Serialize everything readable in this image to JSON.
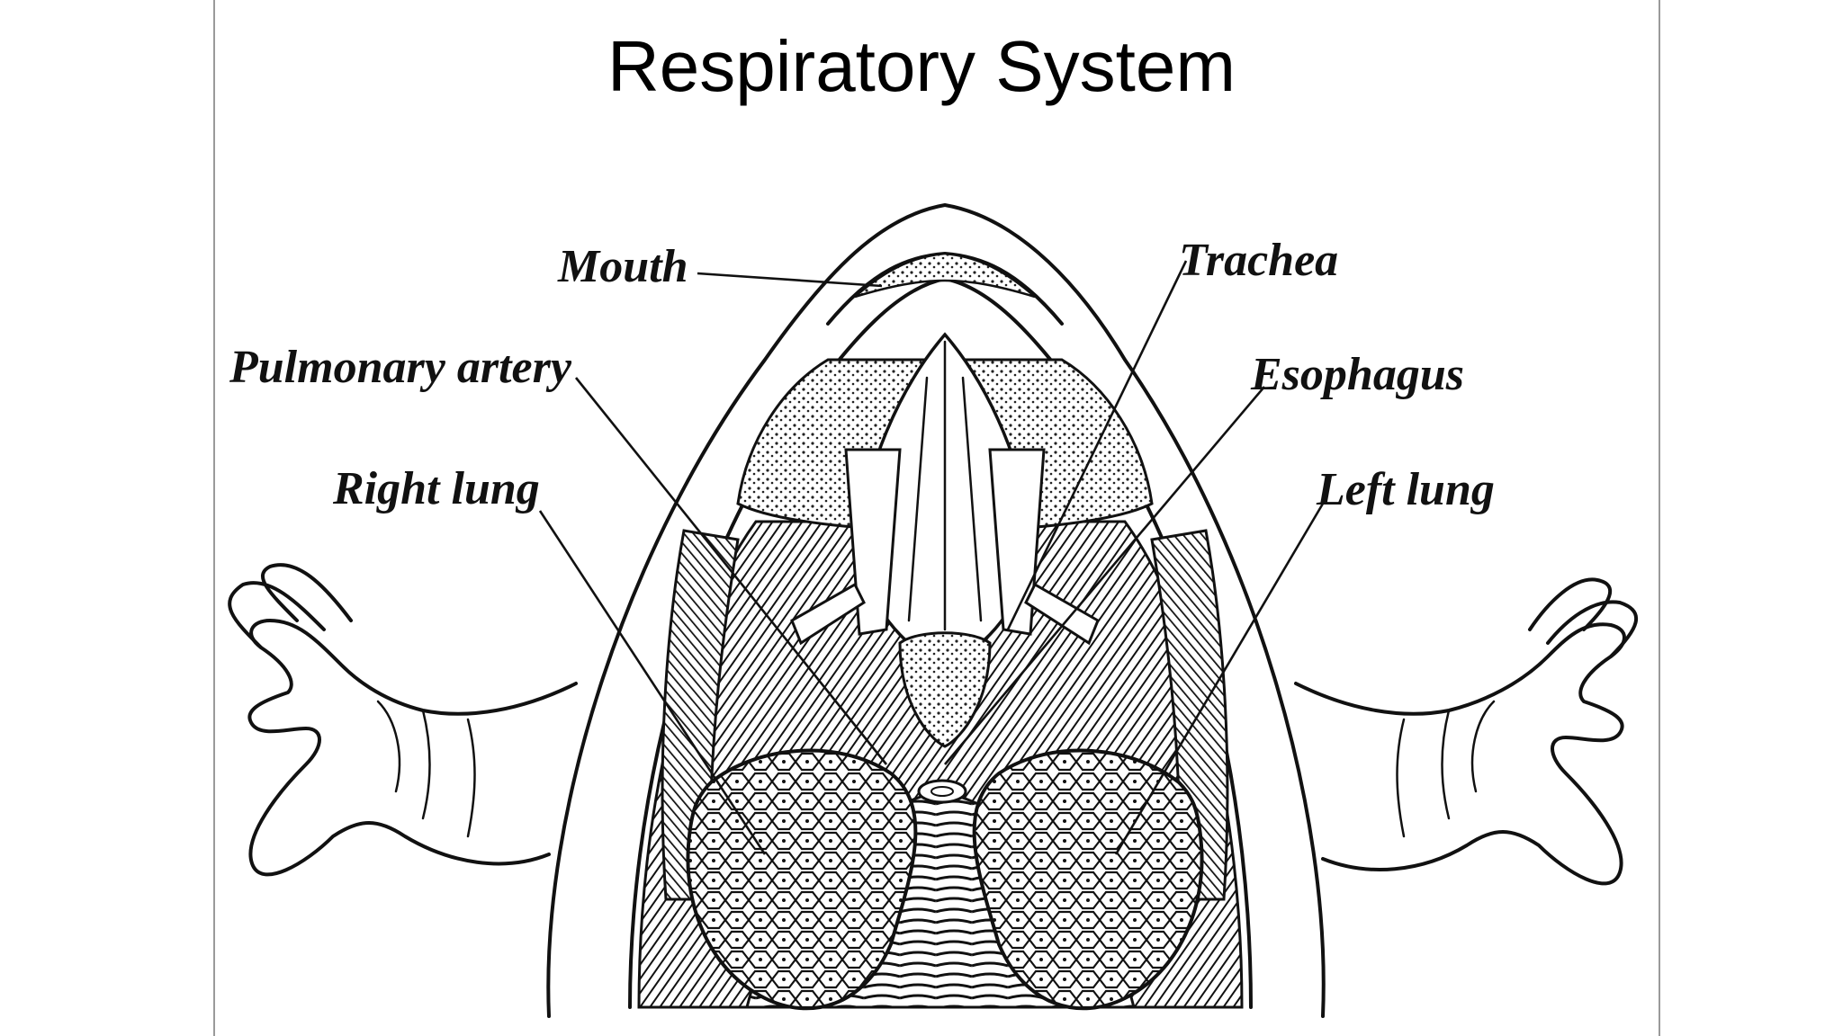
{
  "title": "Respiratory System",
  "labels": {
    "mouth": "Mouth",
    "trachea": "Trachea",
    "pulmonary_artery": "Pulmonary artery",
    "esophagus": "Esophagus",
    "right_lung": "Right lung",
    "left_lung": "Left lung"
  }
}
